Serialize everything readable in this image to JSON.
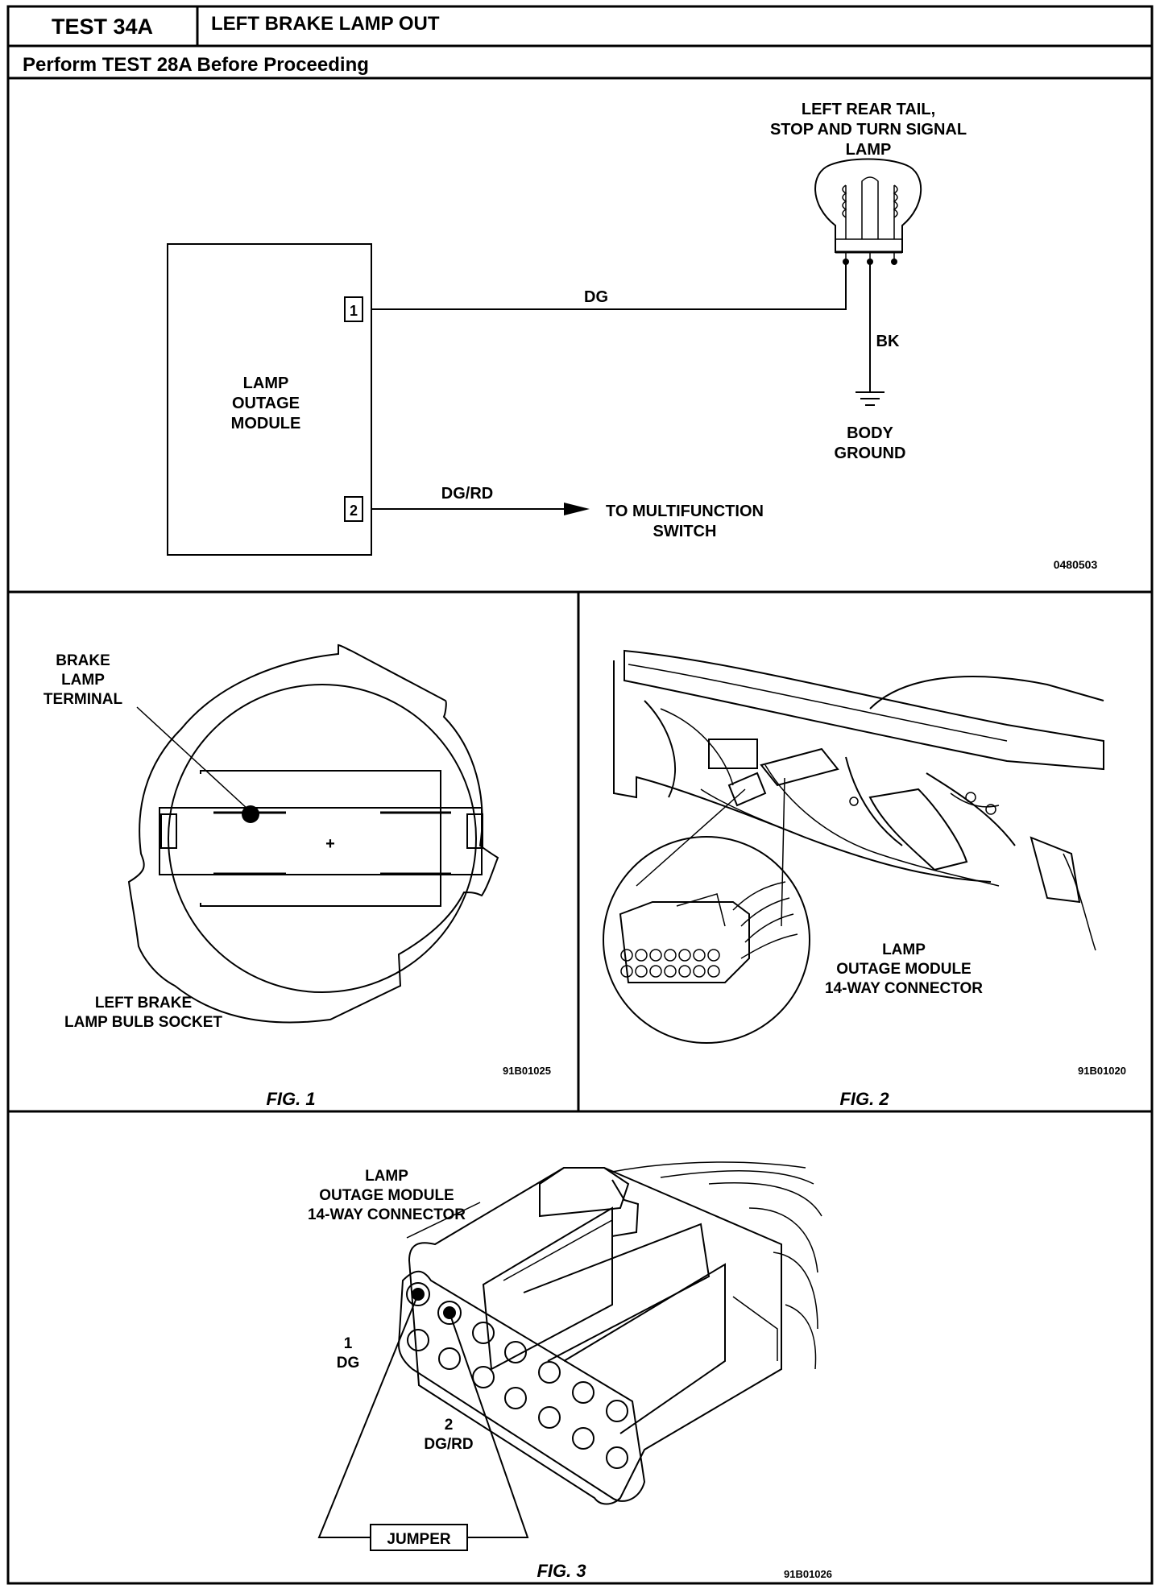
{
  "header": {
    "test_id": "TEST 34A",
    "title": "LEFT BRAKE LAMP OUT",
    "subtitle": "Perform TEST 28A Before Proceeding"
  },
  "schematic": {
    "module_label": [
      "LAMP",
      "OUTAGE",
      "MODULE"
    ],
    "pin1": "1",
    "pin2": "2",
    "wire1": "DG",
    "wire2": "DG/RD",
    "destination": [
      "TO MULTIFUNCTION",
      "SWITCH"
    ],
    "lamp_label": [
      "LEFT REAR TAIL,",
      "STOP AND TURN SIGNAL",
      "LAMP"
    ],
    "ground_wire": "BK",
    "ground_label": [
      "BODY",
      "GROUND"
    ],
    "figure_code": "0480503"
  },
  "fig1": {
    "terminal_label": [
      "BRAKE",
      "LAMP",
      "TERMINAL"
    ],
    "socket_label": [
      "LEFT BRAKE",
      "LAMP BULB SOCKET"
    ],
    "code": "91B01025",
    "caption": "FIG. 1"
  },
  "fig2": {
    "connector_label": [
      "LAMP",
      "OUTAGE MODULE",
      "14-WAY CONNECTOR"
    ],
    "code": "91B01020",
    "caption": "FIG. 2"
  },
  "fig3": {
    "connector_label": [
      "LAMP",
      "OUTAGE MODULE",
      "14-WAY CONNECTOR"
    ],
    "pin1_label": [
      "1",
      "DG"
    ],
    "pin2_label": [
      "2",
      "DG/RD"
    ],
    "jumper_label": "JUMPER",
    "caption": "FIG. 3",
    "code": "91B01026"
  }
}
